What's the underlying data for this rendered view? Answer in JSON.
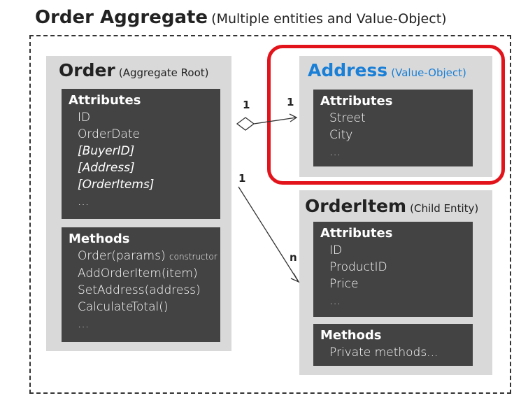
{
  "title": {
    "main": "Order Aggregate",
    "sub": "(Multiple entities and Value-Object)"
  },
  "order": {
    "name": "Order",
    "role": "(Aggregate Root)",
    "attributes": {
      "heading": "Attributes",
      "items": [
        "ID",
        "OrderDate",
        "[BuyerID]",
        "[Address]",
        "[OrderItems]",
        "..."
      ]
    },
    "methods": {
      "heading": "Methods",
      "constructor_name": "Order(params)",
      "constructor_note": "constructor",
      "items": [
        "AddOrderItem(item)",
        "SetAddress(address)",
        "CalculateTotal()",
        "..."
      ]
    }
  },
  "address": {
    "name": "Address",
    "role": "(Value-Object)",
    "attributes": {
      "heading": "Attributes",
      "items": [
        "Street",
        "City",
        "..."
      ]
    }
  },
  "order_item": {
    "name": "OrderItem",
    "role": "(Child Entity)",
    "attributes": {
      "heading": "Attributes",
      "items": [
        "ID",
        "ProductID",
        "Price",
        "..."
      ]
    },
    "methods": {
      "heading": "Methods",
      "items": [
        "Private methods..."
      ]
    }
  },
  "relations": {
    "order_address_source": "1",
    "order_address_target": "1",
    "order_item_source": "1",
    "order_item_target": "n"
  },
  "colors": {
    "highlight": "#e3131b",
    "value_object_text": "#1a7fd6",
    "panel": "#434343",
    "entity_bg": "#d9d9d9"
  }
}
